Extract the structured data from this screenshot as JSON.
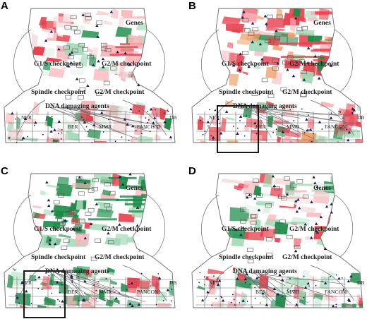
{
  "colors": {
    "up": "#e8424f",
    "up_light": "#f7b6ba",
    "down": "#1a8a47",
    "down_light": "#9fd9b4",
    "line": "#6a6a6a",
    "marker": "#1a1f4f"
  },
  "panels": [
    {
      "letter": "A",
      "regions": {
        "genes": "Genes",
        "g1s": "G1/S checkpoint",
        "g2m_a": "G2/M checkpoint",
        "spindle": "Spindle checkpoint",
        "g2m_b": "G2/M checkpoint",
        "dna": "DNA damaging agents",
        "ner": "NER",
        "ber": "BER",
        "mmr": "MMR",
        "fanconi": "FANCONI",
        "db": "DB"
      },
      "scheme": "mostly-red",
      "highlight_box": false
    },
    {
      "letter": "B",
      "regions": {
        "genes": "Genes",
        "g1s": "G1/S checkpoint",
        "g2m_a": "G2/M checkpoint",
        "spindle": "Spindle checkpoint",
        "g2m_b": "G2/M checkpoint",
        "dna": "DNA damaging agents",
        "ner": "NER",
        "ber": "BER",
        "mmr": "MMR",
        "fanconi": "FANCONI",
        "db": "DB"
      },
      "scheme": "strong-red",
      "highlight_box": true
    },
    {
      "letter": "C",
      "regions": {
        "genes": "Genes",
        "g1s": "G1/S checkpoint",
        "g2m_a": "G2/M checkpoint",
        "spindle": "Spindle checkpoint",
        "g2m_b": "G2/M checkpoint",
        "dna": "DNA damaging agents",
        "ner": "NER",
        "ber": "BER",
        "mmr": "MMR",
        "fanconi": "FANCONI",
        "db": "DB"
      },
      "scheme": "strong-green",
      "highlight_box": true
    },
    {
      "letter": "D",
      "regions": {
        "genes": "Genes",
        "g1s": "G1/S checkpoint",
        "g2m_a": "G2/M checkpoint",
        "spindle": "Spindle checkpoint",
        "g2m_b": "G2/M checkpoint",
        "dna": "DNA damaging agents",
        "ner": "NER",
        "ber": "BER",
        "mmr": "MMR",
        "fanconi": "FANCONI",
        "db": "DB"
      },
      "scheme": "faint-mixed",
      "highlight_box": false
    }
  ]
}
